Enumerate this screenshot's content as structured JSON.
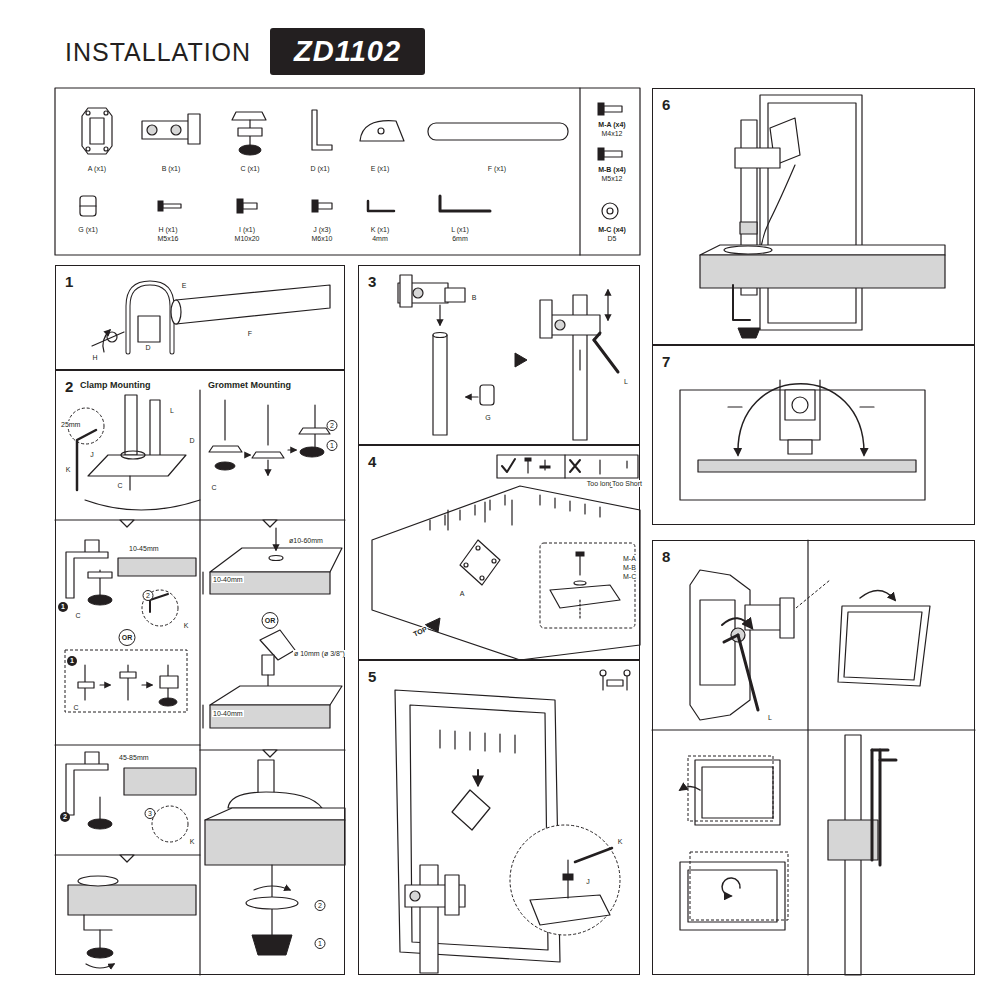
{
  "diagram": {
    "title": "INSTALLATION",
    "nodes": [
      {
        "text": [
          "ZD1102"
        ]
      },
      {
        "text": [
          "1"
        ]
      },
      {
        "text": [
          "2",
          "Clamp Mounting",
          "Grommet Mounting"
        ]
      },
      {
        "text": [
          "3"
        ]
      },
      {
        "text": [
          "4"
        ]
      },
      {
        "text": [
          "5"
        ]
      },
      {
        "text": [
          "6"
        ]
      },
      {
        "text": [
          "7"
        ]
      },
      {
        "text": [
          "8"
        ]
      }
    ],
    "labels": [
      "A (x1)",
      "B (x1)",
      "C (x1)",
      "D (x1)",
      "E (x1)",
      "F (x1)",
      "G (x1)",
      "H (x1)",
      "M5x16",
      "I (x1)",
      "M10x20",
      "J (x3)",
      "M6x10",
      "K (x1)",
      "4mm",
      "L (x1)",
      "6mm",
      "M-A (x4)",
      "M4x12",
      "M-B (x4)",
      "M5x12",
      "M-C (x4)",
      "D5",
      "E",
      "F",
      "D",
      "H",
      "25mm",
      "L",
      "J",
      "D",
      "K",
      "C",
      "10-45mm",
      "1",
      "C",
      "2",
      "K",
      "OR",
      "1",
      "C",
      "45-85mm",
      "2",
      "3",
      "K",
      "C",
      "2",
      "1",
      "ø10-60mm",
      "10-40mm",
      "OR",
      "ø 10mm (ø 3/8\")",
      "10-40mm",
      "2",
      "1",
      "B",
      "G",
      "L",
      "Too long",
      "Too Short",
      "A",
      "TOP",
      "M-A",
      "M-B",
      "M-C",
      "K",
      "J",
      "L"
    ]
  }
}
